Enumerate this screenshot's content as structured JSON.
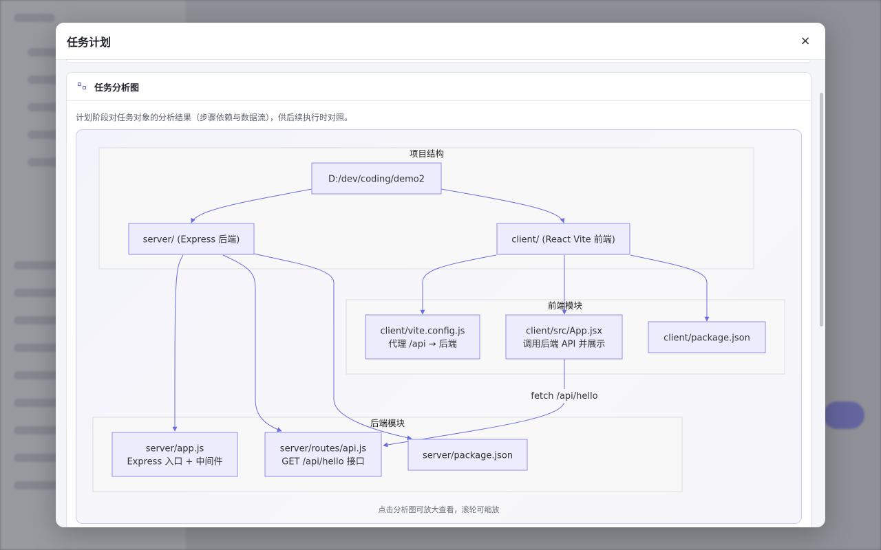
{
  "modal": {
    "title": "任务计划",
    "close_label": "×"
  },
  "card": {
    "icon": "flow-diagram-icon",
    "title": "任务分析图",
    "description": "计划阶段对任务对象的分析结果（步骤依赖与数据流），供后续执行时对照。"
  },
  "diagram": {
    "hint": "点击分析图可放大查看，滚轮可缩放",
    "groups": [
      {
        "id": "g1",
        "label": "项目结构"
      },
      {
        "id": "g2",
        "label": "前端模块"
      },
      {
        "id": "g3",
        "label": "后端模块"
      }
    ],
    "nodes": [
      {
        "id": "root",
        "lines": [
          "D:/dev/coding/demo2"
        ]
      },
      {
        "id": "server",
        "lines": [
          "server/ (Express 后端)"
        ]
      },
      {
        "id": "client",
        "lines": [
          "client/ (React Vite 前端)"
        ]
      },
      {
        "id": "vite",
        "lines": [
          "client/vite.config.js",
          "代理 /api → 后端"
        ]
      },
      {
        "id": "app",
        "lines": [
          "client/src/App.jsx",
          "调用后端 API 并展示"
        ]
      },
      {
        "id": "cpkg",
        "lines": [
          "client/package.json"
        ]
      },
      {
        "id": "sapp",
        "lines": [
          "server/app.js",
          "Express 入口 + 中间件"
        ]
      },
      {
        "id": "routes",
        "lines": [
          "server/routes/api.js",
          "GET /api/hello 接口"
        ]
      },
      {
        "id": "spkg",
        "lines": [
          "server/package.json"
        ]
      }
    ],
    "edge_labels": [
      {
        "id": "fetch",
        "text": "fetch /api/hello"
      }
    ],
    "colors": {
      "node_fill": "#ececfd",
      "node_stroke": "#8e8ee6",
      "edge": "#6b6be0",
      "group_fill": "#f8f8f8",
      "group_stroke": "#dcdcdc"
    }
  }
}
